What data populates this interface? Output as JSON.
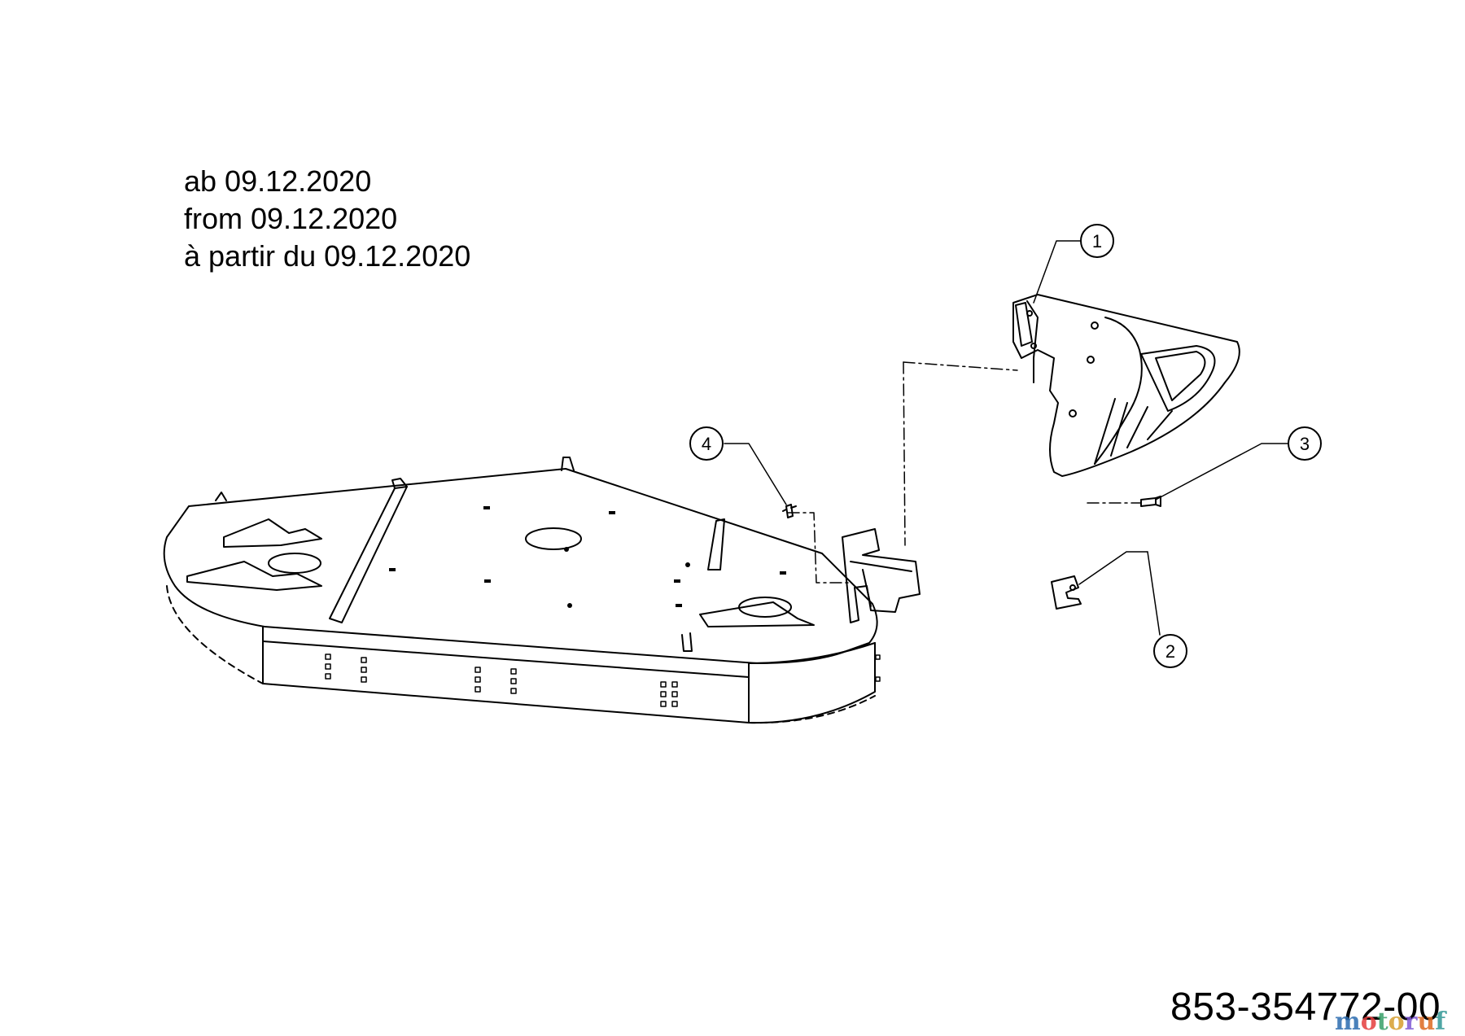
{
  "date_notes": [
    "ab 09.12.2020",
    "from 09.12.2020",
    "à partir du 09.12.2020"
  ],
  "callouts": [
    "1",
    "2",
    "3",
    "4"
  ],
  "part_number": "853-354772-00",
  "watermark": {
    "letters": [
      "m",
      "o",
      "t",
      "o",
      "r",
      "u",
      "f"
    ],
    "colors": [
      "#2b6cb0",
      "#e53e3e",
      "#38a169",
      "#d69e2e",
      "#805ad5",
      "#dd6b20",
      "#319795"
    ]
  },
  "colors": {
    "line": "#000000",
    "background": "#ffffff"
  }
}
